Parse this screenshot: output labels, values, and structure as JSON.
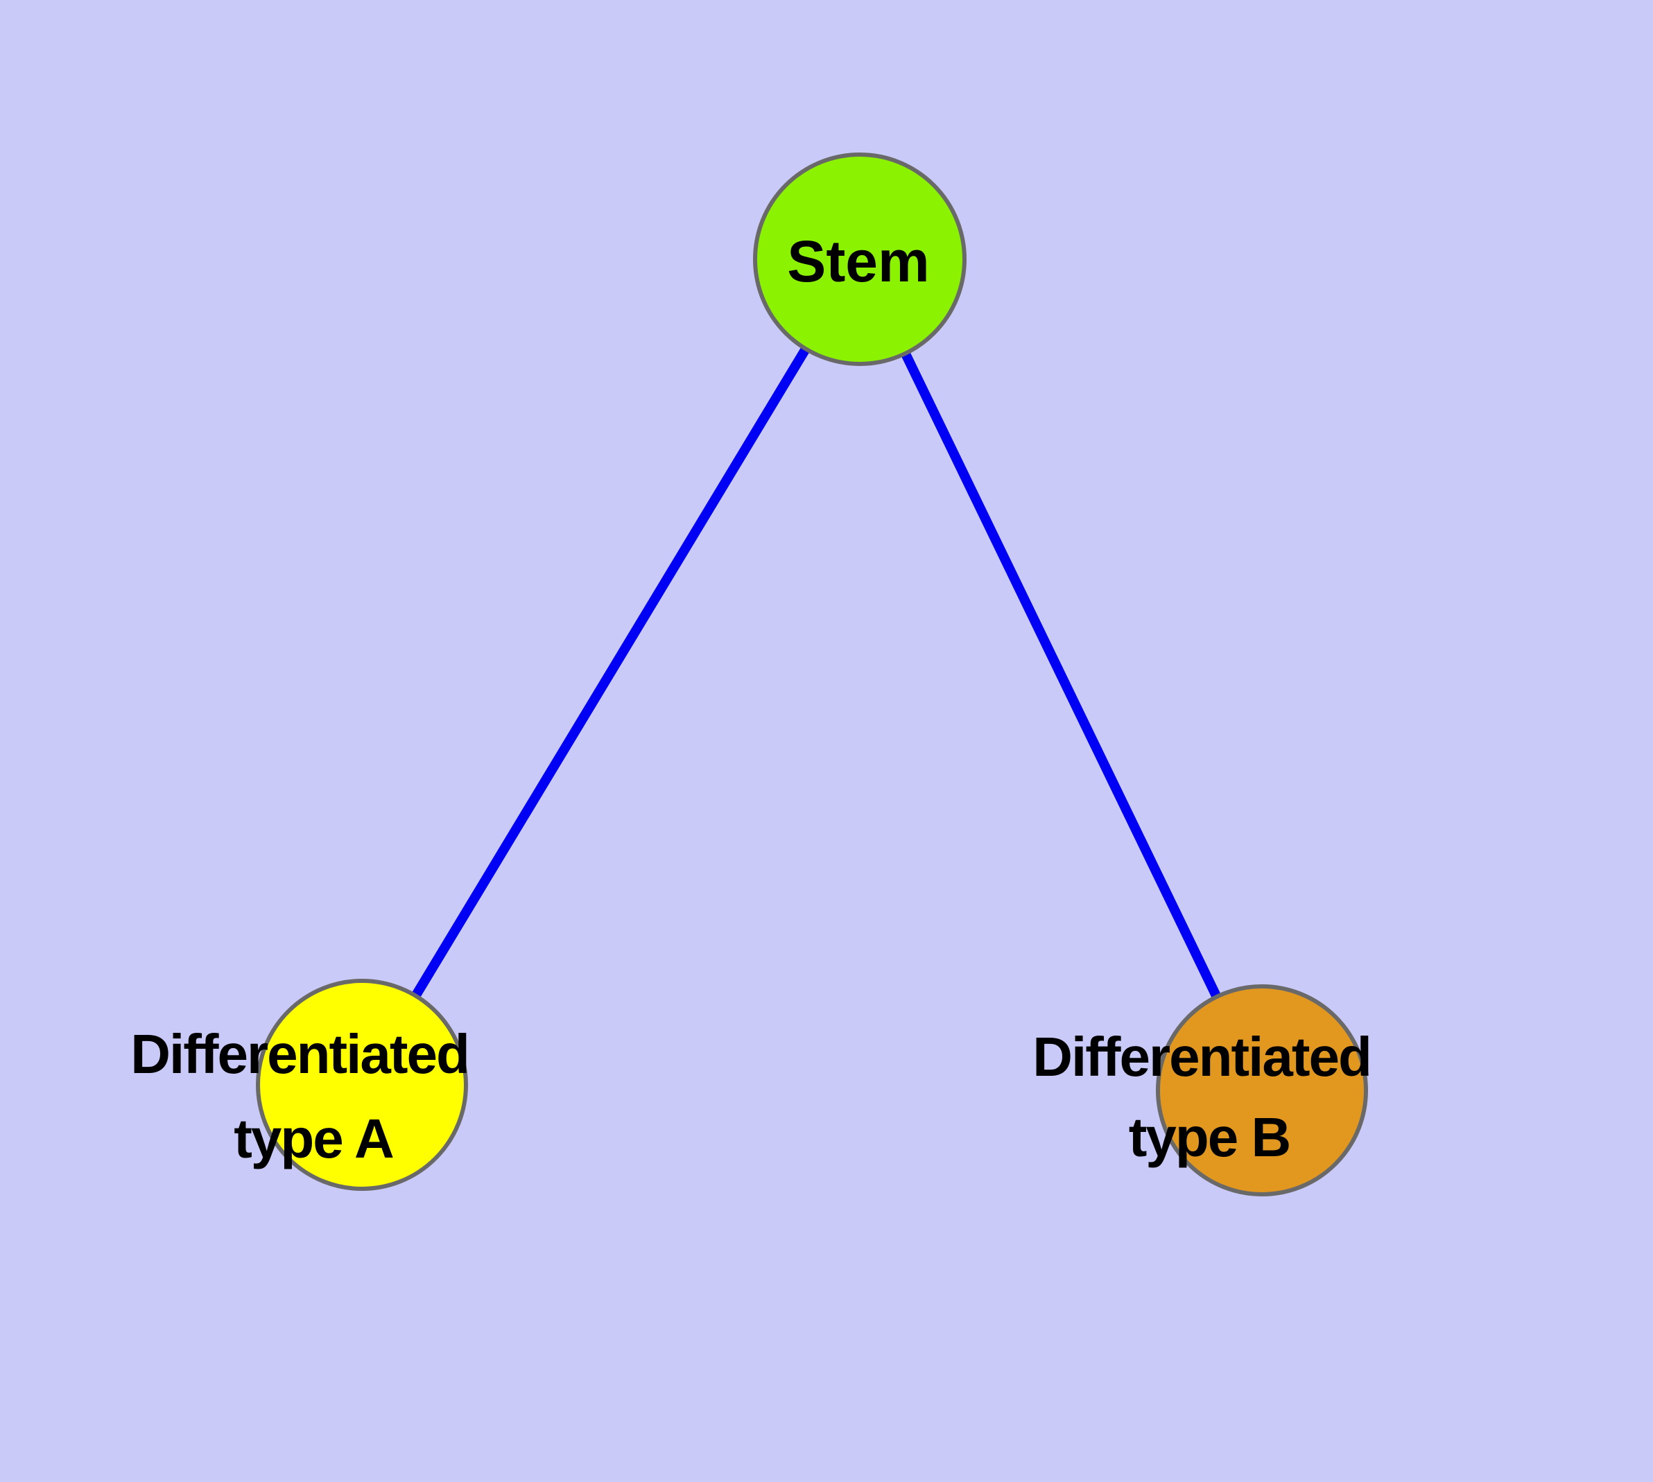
{
  "figure": {
    "background_color": "#CACAF8"
  },
  "graph": {
    "nodes": [
      {
        "id": "stem",
        "label": "Stem",
        "fill": "#8BF202",
        "border_color": "#696969",
        "text_color": "#000000"
      },
      {
        "id": "differentiated-type-a",
        "label": "Differentiated type A",
        "label_line1": "Differentiated",
        "label_line2": "type A",
        "fill": "#FFFF00",
        "border_color": "#696969",
        "text_color": "#000000"
      },
      {
        "id": "differentiated-type-b",
        "label": "Differentiated type B",
        "label_line1": "Differentiated",
        "label_line2": "type B",
        "fill": "#E2981F",
        "border_color": "#696969",
        "text_color": "#000000"
      }
    ],
    "edges": [
      {
        "from": "stem",
        "to": "differentiated-type-a",
        "color": "#0000F5"
      },
      {
        "from": "stem",
        "to": "differentiated-type-b",
        "color": "#0000F5"
      }
    ]
  }
}
